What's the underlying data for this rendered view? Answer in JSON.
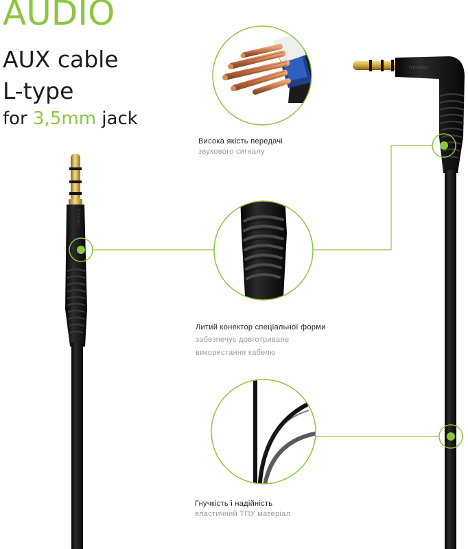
{
  "header": {
    "category": "AUDIO",
    "line1": "AUX cable",
    "line2": "L-type",
    "line3_prefix": "for",
    "line3_highlight": "3,5mm",
    "line3_suffix": "jack"
  },
  "features": [
    {
      "title": "Висока якість передачі",
      "subtitle_lines": [
        "звукового сигналу"
      ],
      "icon": "copper-wires-closeup"
    },
    {
      "title": "Литий конектор спеціальної форми",
      "subtitle_lines": [
        "забезпечує довготривале",
        "використання кабелю"
      ],
      "icon": "molded-connector-closeup"
    },
    {
      "title": "Гнучкість і  надійність",
      "subtitle_lines": [
        "еластичний ТПУ матеріал"
      ],
      "icon": "flexible-cable-closeup"
    }
  ],
  "brand_engraving": "moveo",
  "colors": {
    "accent": "#8cc63f",
    "cable": "#141414",
    "gold": "#d4a83a",
    "copper": "#c8774a"
  }
}
